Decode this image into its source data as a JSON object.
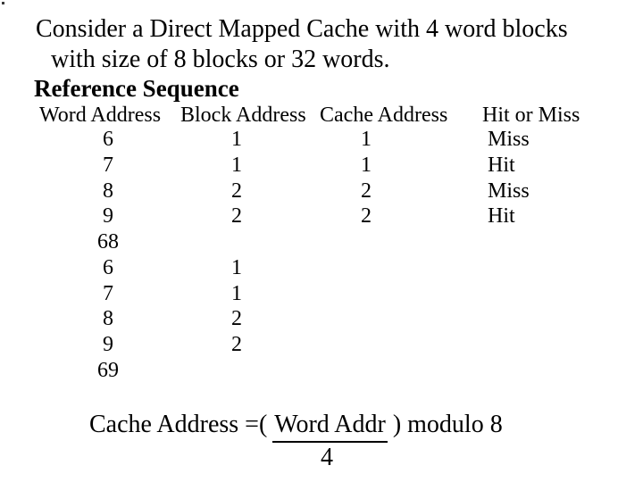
{
  "colors": {
    "text": "#000000",
    "background": "#ffffff"
  },
  "intro": {
    "line1": "Consider a Direct Mapped Cache with 4 word blocks",
    "line2": "with size of 8 blocks or 32 words."
  },
  "heading": {
    "text": "Reference Sequence"
  },
  "table": {
    "headers": {
      "word": "Word Address",
      "block": "Block Address",
      "cache": "Cache Address",
      "hit": "Hit or Miss"
    },
    "rows": [
      {
        "word": "6",
        "block": "1",
        "cache": "1",
        "hit": "Miss"
      },
      {
        "word": "7",
        "block": "1",
        "cache": "1",
        "hit": "Hit"
      },
      {
        "word": "8",
        "block": "2",
        "cache": "2",
        "hit": "Miss"
      },
      {
        "word": "9",
        "block": "2",
        "cache": "2",
        "hit": "Hit"
      },
      {
        "word": "68",
        "block": "",
        "cache": "",
        "hit": ""
      },
      {
        "word": "6",
        "block": "1",
        "cache": "",
        "hit": ""
      },
      {
        "word": "7",
        "block": "1",
        "cache": "",
        "hit": ""
      },
      {
        "word": "8",
        "block": "2",
        "cache": "",
        "hit": ""
      },
      {
        "word": "9",
        "block": "2",
        "cache": "",
        "hit": ""
      },
      {
        "word": "69",
        "block": "",
        "cache": "",
        "hit": ""
      }
    ]
  },
  "formula": {
    "prefix": "Cache Address =(",
    "numerator": "Word Addr",
    "suffix": ") modulo 8",
    "denominator": "4"
  }
}
